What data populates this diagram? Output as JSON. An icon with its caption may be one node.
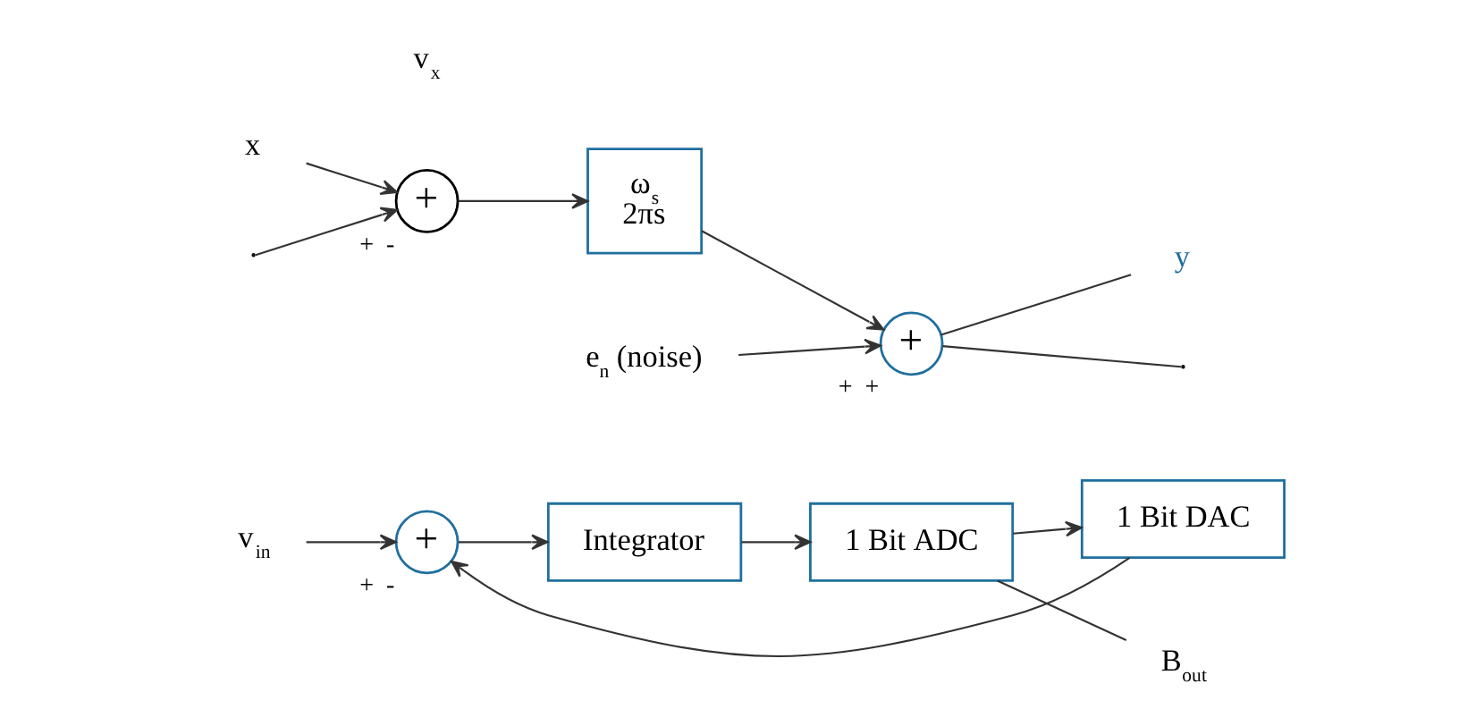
{
  "diagram": {
    "nodes": [
      {
        "text": [
          "+"
        ],
        "beside": [
          "+",
          "-"
        ]
      },
      {
        "text": [
          "Integrator"
        ]
      },
      {
        "text": [
          "1 Bit ADC"
        ]
      },
      {
        "text": [
          "1 Bit DAC"
        ]
      },
      {
        "text": [
          "v$_{in}$"
        ]
      },
      {
        "text": [
          "B$_{out}$"
        ]
      },
      {
        "text": [
          "x"
        ]
      },
      {
        "text": [
          "+"
        ],
        "beside": [
          "+",
          "-"
        ]
      },
      {
        "text": [
          "ω$_{s}$",
          "2πs"
        ]
      },
      {
        "text": [
          "+"
        ],
        "beside": [
          "+",
          "+"
        ]
      },
      {
        "text": [
          "e$_{n}$ (noise)"
        ]
      },
      {
        "text": [
          "y"
        ]
      }
    ],
    "edges": [
      {
        "from": 4,
        "to": 0,
        "arrow": "to"
      },
      {
        "from": 0,
        "to": 1,
        "arrow": "to"
      },
      {
        "from": 1,
        "to": 2,
        "arrow": "to"
      },
      {
        "from": 2,
        "to": 5,
        "arrow": "none"
      },
      {
        "from": 2,
        "to": 3,
        "arrow": "to"
      },
      {
        "from": 3,
        "to": 0,
        "arrow": "to"
      },
      {
        "from": 6,
        "to": 7,
        "arrow": "to"
      },
      {
        "from": null,
        "to": 7,
        "arrow": "to"
      },
      {
        "from": 7,
        "to": 8,
        "arrow": "to"
      },
      {
        "from": 8,
        "to": 9,
        "arrow": "to"
      },
      {
        "from": 10,
        "to": 9,
        "arrow": "to"
      },
      {
        "from": 9,
        "to": 11,
        "arrow": "none"
      },
      {
        "from": 9,
        "to": null,
        "arrow": "none"
      }
    ],
    "labels": [
      "v$_{x}$"
    ]
  }
}
